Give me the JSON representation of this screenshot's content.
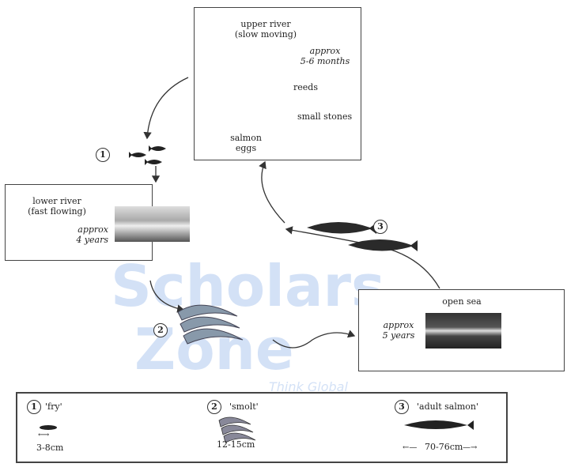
{
  "upper_river": {
    "title_line1": "upper river",
    "title_line2": "(slow moving)",
    "duration_line1": "approx",
    "duration_line2": "5-6 months",
    "label_reeds": "reeds",
    "label_stones": "small stones",
    "label_eggs_line1": "salmon",
    "label_eggs_line2": "eggs"
  },
  "lower_river": {
    "title_line1": "lower river",
    "title_line2": "(fast flowing)",
    "duration_line1": "approx",
    "duration_line2": "4 years"
  },
  "open_sea": {
    "title": "open sea",
    "duration_line1": "approx",
    "duration_line2": "5 years"
  },
  "stage_markers": [
    "1",
    "2",
    "3"
  ],
  "legend": {
    "items": [
      {
        "num": "1",
        "name": "'fry'",
        "size": "3-8cm"
      },
      {
        "num": "2",
        "name": "'smolt'",
        "size": "12-15cm"
      },
      {
        "num": "3",
        "name": "'adult salmon'",
        "size": "70-76cm"
      }
    ]
  },
  "watermark": {
    "line1": "Scholars",
    "line2": "Zone",
    "tagline": "Think Global"
  }
}
